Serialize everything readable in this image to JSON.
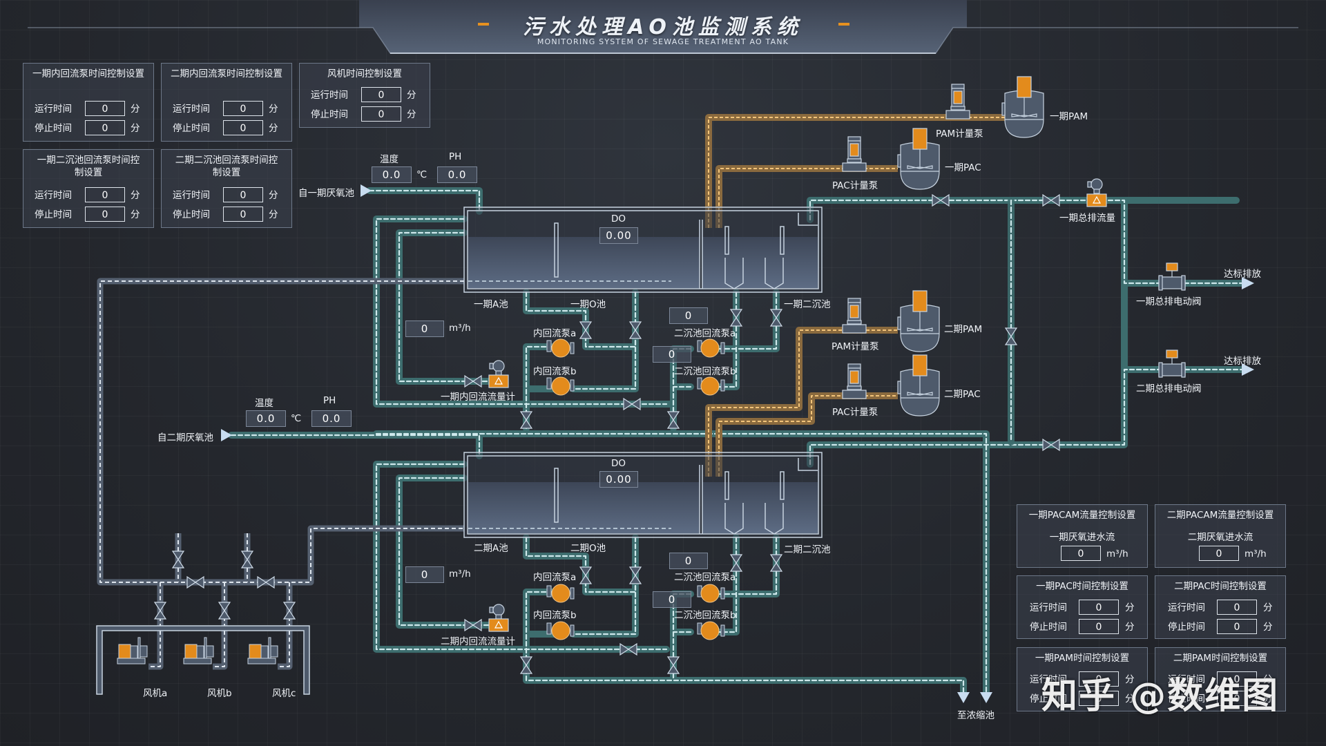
{
  "header": {
    "title": "污水处理AO池监测系统",
    "subtitle": "MONITORING SYSTEM OF SEWAGE TREATMENT AO TANK"
  },
  "colors": {
    "background": "#24272d",
    "water_pipe": "#3d6d6e",
    "air_pipe": "#556070",
    "dosing_pipe": "#8a6a3e",
    "pipe_dash": "#cfe9ec",
    "dosing_dash": "#f2c47a",
    "accent_orange": "#e38b1c",
    "equipment_outline": "#c7d3e0",
    "panel_border": "#6d7889"
  },
  "panels": {
    "p1_inner_pump": {
      "title": "一期内回流泵时间控制设置",
      "run_label": "运行时间",
      "run_value": "0",
      "stop_label": "停止时间",
      "stop_value": "0",
      "unit": "分"
    },
    "p2_inner_pump": {
      "title": "二期内回流泵时间控制设置",
      "run_label": "运行时间",
      "run_value": "0",
      "stop_label": "停止时间",
      "stop_value": "0",
      "unit": "分"
    },
    "fan": {
      "title": "风机时间控制设置",
      "run_label": "运行时间",
      "run_value": "0",
      "stop_label": "停止时间",
      "stop_value": "0",
      "unit": "分"
    },
    "p1_sed_pump": {
      "title": "一期二沉池回流泵时间控制设置",
      "run_label": "运行时间",
      "run_value": "0",
      "stop_label": "停止时间",
      "stop_value": "0",
      "unit": "分"
    },
    "p2_sed_pump": {
      "title": "二期二沉池回流泵时间控制设置",
      "run_label": "运行时间",
      "run_value": "0",
      "stop_label": "停止时间",
      "stop_value": "0",
      "unit": "分"
    },
    "p1_pacam": {
      "title": "一期PACAM流量控制设置",
      "sub": "一期厌氧进水流",
      "value": "0",
      "unit": "m³/h"
    },
    "p2_pacam": {
      "title": "二期PACAM流量控制设置",
      "sub": "二期厌氧进水流",
      "value": "0",
      "unit": "m³/h"
    },
    "p1_pac": {
      "title": "一期PAC时间控制设置",
      "run_label": "运行时间",
      "run_value": "0",
      "stop_label": "停止时间",
      "stop_value": "0",
      "unit": "分"
    },
    "p2_pac": {
      "title": "二期PAC时间控制设置",
      "run_label": "运行时间",
      "run_value": "0",
      "stop_label": "停止时间",
      "stop_value": "0",
      "unit": "分"
    },
    "p1_pam": {
      "title": "一期PAM时间控制设置",
      "run_label": "运行时间",
      "run_value": "0",
      "stop_label": "停止时间",
      "stop_value": "0",
      "unit": "分"
    },
    "p2_pam": {
      "title": "二期PAM时间控制设置",
      "run_label": "运行时间",
      "run_value": "0",
      "stop_label": "停止时间",
      "stop_value": "0",
      "unit": "分"
    }
  },
  "phase1": {
    "temp_label": "温度",
    "temp_value": "0.0",
    "temp_unit": "℃",
    "ph_label": "PH",
    "ph_value": "0.0",
    "inlet_label": "自一期厌氧池",
    "do_label": "DO",
    "do_value": "0.00",
    "a_tank": "一期A池",
    "o_tank": "一期O池",
    "sed_tank": "一期二沉池",
    "flow_value": "0",
    "flow_unit": "m³/h",
    "inner_pump_a": "内回流泵a",
    "inner_pump_b": "内回流泵b",
    "sed_pump_a": "二沉池回流泵a",
    "sed_pump_b": "二沉池回流泵b",
    "sed_pump_a_value": "0",
    "sed_pump_b_value": "0",
    "flowmeter": "一期内回流流量计",
    "pam_pump": "PAM计量泵",
    "pam_tank": "一期PAM",
    "pac_pump": "PAC计量泵",
    "pac_tank": "一期PAC",
    "total_flow": "一期总排流量",
    "discharge_valve": "一期总排电动阀",
    "discharge": "达标排放"
  },
  "phase2": {
    "temp_label": "温度",
    "temp_value": "0.0",
    "temp_unit": "℃",
    "ph_label": "PH",
    "ph_value": "0.0",
    "inlet_label": "自二期厌氧池",
    "do_label": "DO",
    "do_value": "0.00",
    "a_tank": "二期A池",
    "o_tank": "二期O池",
    "sed_tank": "二期二沉池",
    "flow_value": "0",
    "flow_unit": "m³/h",
    "inner_pump_a": "内回流泵a",
    "inner_pump_b": "内回流泵b",
    "sed_pump_a": "二沉池回流泵a",
    "sed_pump_b": "二沉池回流泵b",
    "sed_pump_a_value": "0",
    "sed_pump_b_value": "0",
    "flowmeter": "二期内回流流量计",
    "pam_pump": "PAM计量泵",
    "pam_tank": "二期PAM",
    "pac_pump": "PAC计量泵",
    "pac_tank": "二期PAC",
    "discharge_valve": "二期总排电动阀",
    "discharge": "达标排放"
  },
  "blowers": {
    "a": "风机a",
    "b": "风机b",
    "c": "风机c"
  },
  "sludge_outlet": "至浓缩池",
  "watermark": "知乎 @数维图"
}
